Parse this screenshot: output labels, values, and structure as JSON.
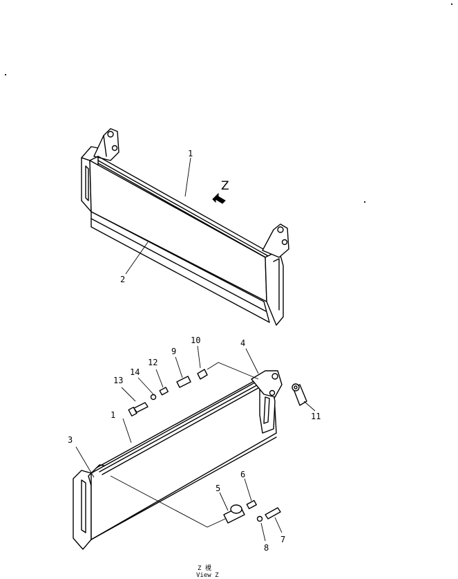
{
  "view_marker": "Z",
  "caption": {
    "line1": "Z 視",
    "line2": "View Z"
  },
  "callouts": {
    "top_1": "1",
    "top_2": "2",
    "bot_1": "1",
    "bot_3": "3",
    "bot_4": "4",
    "bot_5": "5",
    "bot_6": "6",
    "bot_7": "7",
    "bot_8": "8",
    "bot_9": "9",
    "bot_10": "10",
    "bot_11": "11",
    "bot_12": "12",
    "bot_13": "13",
    "bot_14": "14"
  }
}
